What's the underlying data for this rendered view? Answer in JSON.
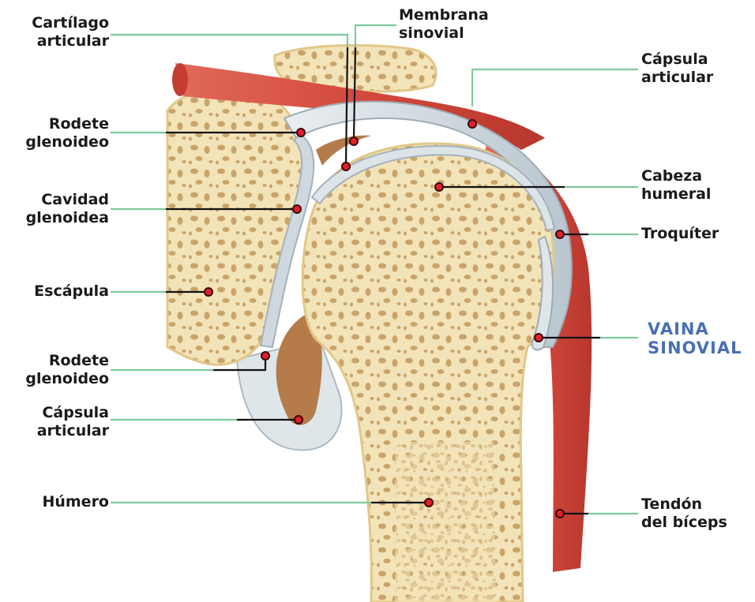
{
  "colors": {
    "bone": "#f3e3b8",
    "bone_edge": "#e7cf95",
    "pore": "#c9a46a",
    "cartilage": "#cfd8de",
    "muscle": "#d9574a",
    "muscle_dark": "#b8372d",
    "cavity": "#b57b4a",
    "leader_green": "#7ecb9c",
    "leader_black": "#111111",
    "marker": "#e0202a",
    "highlight_text": "#4a6fb5"
  },
  "labels": {
    "cartilago": "Cartílago\narticular",
    "membrana": "Membrana\nsinovial",
    "capsula_top": "Cápsula\narticular",
    "rodete_top": "Rodete\nglenoideo",
    "cavidad": "Cavidad\nglenoidea",
    "cabeza": "Cabeza\nhumeral",
    "troquiter": "Troquíter",
    "escapula": "Escápula",
    "vaina": "VAINA\nSINOVIAL",
    "rodete_bottom": "Rodete\nglenoideo",
    "capsula_bottom": "Cápsula\narticular",
    "humero": "Húmero",
    "tendon": "Tendón\ndel bíceps"
  }
}
